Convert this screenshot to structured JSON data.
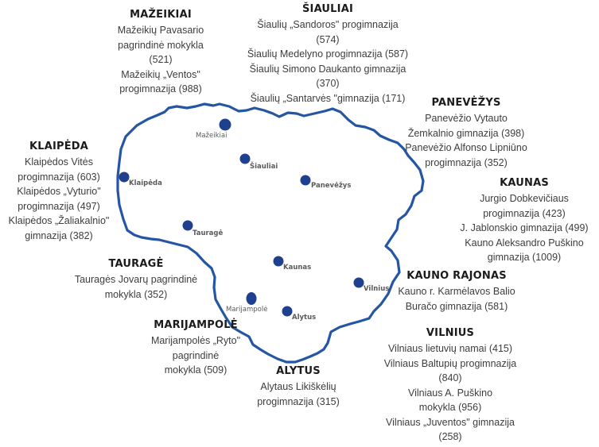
{
  "map": {
    "border_color": "#2456a4",
    "dot_color": "#1f3f8f",
    "cities": [
      {
        "id": "mazeikiai",
        "label": "Mažeikiai"
      },
      {
        "id": "siauliai",
        "label": "Šiauliai"
      },
      {
        "id": "panevezys",
        "label": "Panevėžys"
      },
      {
        "id": "klaipeda",
        "label": "Klaipėda"
      },
      {
        "id": "taurage",
        "label": "Tauragė"
      },
      {
        "id": "kaunas",
        "label": "Kaunas"
      },
      {
        "id": "vilnius",
        "label": "Vilnius"
      },
      {
        "id": "marijampole",
        "label": "Marijampolė"
      },
      {
        "id": "alytus",
        "label": "Alytus"
      }
    ]
  },
  "regions": [
    {
      "id": "mazeikiai",
      "title": "MAŽEIKIAI",
      "lines": [
        "Mažeikių Pavasario",
        "pagrindinė mokykla (521)",
        "Mažeikių „Ventos\"",
        "progimnazija (988)"
      ]
    },
    {
      "id": "siauliai",
      "title": "ŠIAULIAI",
      "lines": [
        "Šiaulių „Sandoros\" progimnazija",
        "(574)",
        "Šiaulių Medelyno progimnazija (587)",
        "Šiaulių Simono Daukanto gimnazija",
        "(370)",
        "Šiaulių „Santarvės \"gimnazija (171)"
      ]
    },
    {
      "id": "panevezys",
      "title": "PANEVĖŽYS",
      "lines": [
        "Panevėžio Vytauto",
        "Žemkalnio gimnazija (398)",
        "Panevėžio Alfonso Lipniūno",
        "progimnazija (352)"
      ]
    },
    {
      "id": "klaipeda",
      "title": "KLAIPĖDA",
      "lines": [
        "Klaipėdos Vitės",
        "progimnazija (603)",
        "Klaipėdos „Vyturio\"",
        "progimnazija  (497)",
        "Klaipėdos „Žaliakalnio\"",
        "gimnazija (382)"
      ]
    },
    {
      "id": "kaunas",
      "title": "KAUNAS",
      "lines": [
        "Jurgio Dobkevičiaus",
        "progimnazija (423)",
        "J. Jablonskio gimnazija (499)",
        "Kauno Aleksandro Puškino",
        "gimnazija (1009)"
      ]
    },
    {
      "id": "taurage",
      "title": "TAURAGĖ",
      "lines": [
        "Tauragės Jovarų pagrindinė",
        "mokykla (352)"
      ]
    },
    {
      "id": "kauno_rajonas",
      "title": "KAUNO RAJONAS",
      "lines": [
        "Kauno r. Karmėlavos Balio",
        "Buračo gimnazija (581)"
      ]
    },
    {
      "id": "marijampole",
      "title": "MARIJAMPOLĖ",
      "lines": [
        "Marijampolės „Ryto\"",
        "pagrindinė",
        "mokykla (509)"
      ]
    },
    {
      "id": "vilnius",
      "title": "VILNIUS",
      "lines": [
        "Vilniaus lietuvių namai (415)",
        "Vilniaus Baltupių progimnazija",
        "(840)",
        "Vilniaus A. Puškino",
        "mokykla (956)",
        "Vilniaus „Juventos\" gimnazija",
        "(258)"
      ]
    },
    {
      "id": "alytus",
      "title": "ALYTUS",
      "lines": [
        "Alytaus Likiškėlių",
        "progimnazija (315)"
      ]
    }
  ]
}
